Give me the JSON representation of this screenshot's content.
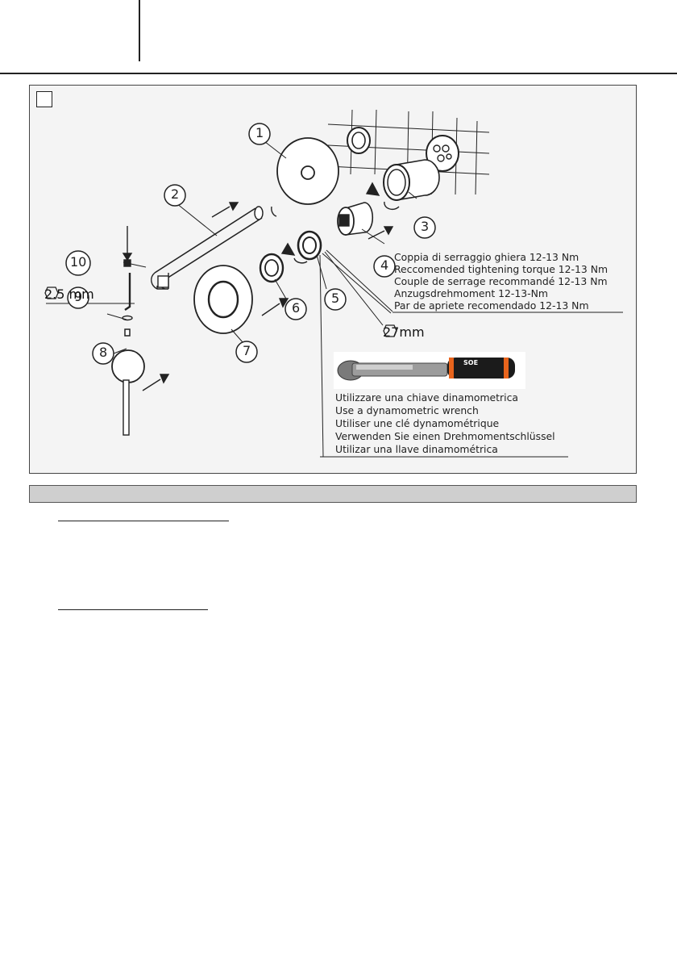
{
  "figure": {
    "part_numbers": [
      "1",
      "2",
      "3",
      "4",
      "5",
      "6",
      "7",
      "8",
      "9",
      "10"
    ],
    "allen_key_size": "2.5 mm",
    "nut_size": "27mm",
    "torque_notes": [
      "Coppia di serraggio ghiera 12-13 Nm",
      "Reccomended tightening torque 12-13 Nm",
      "Couple de serrage recommandé 12-13 Nm",
      "Anzugsdrehmoment 12-13-Nm",
      "Par de apriete recomendado 12-13 Nm"
    ],
    "wrench_notes": [
      "Utilizzare una chiave dinamometrica",
      "Use a dynamometric wrench",
      "Utiliser une clé dynamométrique",
      "Verwenden Sie einen Drehmomentschlüssel",
      "Utilizar una llave dinamométrica"
    ],
    "wrench_photo_text": "SOE"
  },
  "colors": {
    "panel_bg": "#f4f4f4",
    "section_bar": "#cfcfcf",
    "wrench_orange": "#e8641c"
  }
}
